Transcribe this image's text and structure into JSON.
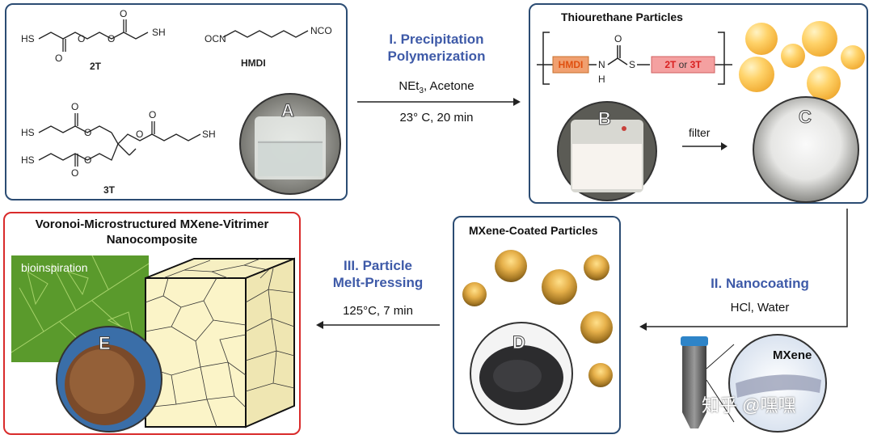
{
  "panel_monomers": {
    "label_2T": "2T",
    "label_HMDI": "HMDI",
    "label_3T": "3T",
    "photo_label": "A"
  },
  "step1": {
    "title_line1": "I. Precipitation",
    "title_line2": "Polymerization",
    "reagent_main": "NEt",
    "reagent_sub": "3",
    "reagent_rest": ", Acetone",
    "conditions": "23° C, 20 min"
  },
  "panel_thiourethane": {
    "title": "Thiourethane Particles",
    "hmdi_box": "HMDI",
    "t_box_a": "2T",
    "t_box_or": " or ",
    "t_box_b": "3T",
    "filter_label": "filter",
    "photo_b": "B",
    "photo_c": "C"
  },
  "step2": {
    "title": "II. Nanocoating",
    "conditions": "HCl, Water",
    "mxene_label": "MXene"
  },
  "panel_mxene": {
    "title": "MXene-Coated Particles",
    "photo_label": "D"
  },
  "step3": {
    "title_line1": "III. Particle",
    "title_line2": "Melt-Pressing",
    "conditions": "125°C, 7 min"
  },
  "panel_composite": {
    "title_line1": "Voronoi-Microstructured MXene-Vitrimer",
    "title_line2": "Nanocomposite",
    "bio_label": "bioinspiration",
    "photo_label": "E"
  },
  "watermark": "知乎 @嘿嘿",
  "colors": {
    "panel_border": "#2b4c73",
    "composite_border": "#d92b2b",
    "step_title": "#3e5aa8",
    "hmdi_box": "#f0a070",
    "t_box": "#f4a0a0",
    "t_box_text": "#d92020"
  }
}
